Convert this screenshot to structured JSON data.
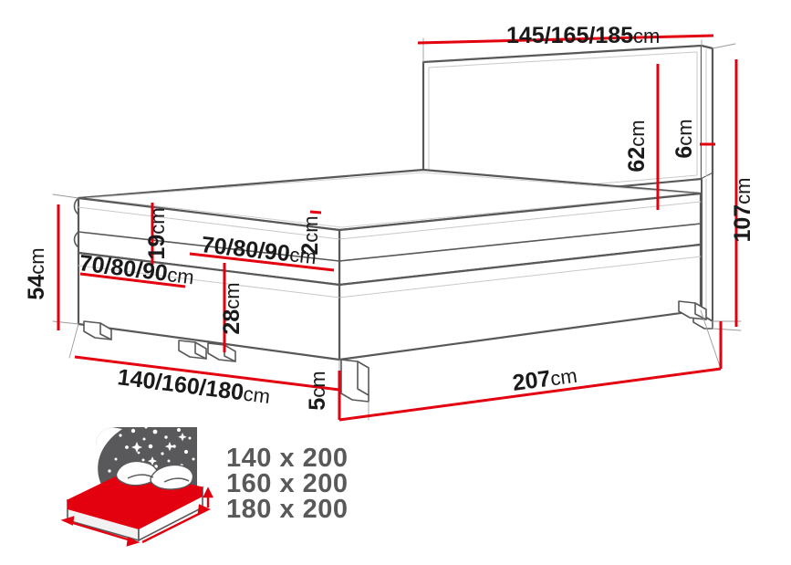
{
  "figure": {
    "kind": "product-dimension-drawing",
    "subject": "upholstered boxspring bed",
    "background_color": "#ffffff",
    "line_color": "#58585a",
    "dimension_color": "#e3000f",
    "text_color": "#1a1a1a",
    "size_text_color": "#59595b"
  },
  "dimensions": {
    "headboard_width": {
      "value": "145/165/185",
      "unit": "cm",
      "position": "top"
    },
    "headboard_height": {
      "value": "62",
      "unit": "cm",
      "position": "right-inner"
    },
    "headboard_thickness": {
      "value": "6",
      "unit": "cm",
      "position": "right-inner"
    },
    "total_height": {
      "value": "107",
      "unit": "cm",
      "position": "far-right"
    },
    "base_height": {
      "value": "54",
      "unit": "cm",
      "position": "far-left"
    },
    "topper_height": {
      "value": "19",
      "unit": "cm",
      "position": "left-inner"
    },
    "mattress_height_left": {
      "value": "70/80/90",
      "unit": "cm",
      "position": "left-face"
    },
    "mattress_height_front": {
      "value": "70/80/90",
      "unit": "cm",
      "position": "front-face-upper"
    },
    "gap": {
      "value": "2",
      "unit": "cm",
      "position": "front-corner"
    },
    "box_height": {
      "value": "28",
      "unit": "cm",
      "position": "front-face-lower"
    },
    "leg_height": {
      "value": "5",
      "unit": "cm",
      "position": "front-bottom"
    },
    "bed_width": {
      "value": "140/160/180",
      "unit": "cm",
      "position": "bottom-left"
    },
    "bed_length": {
      "value": "207",
      "unit": "cm",
      "position": "bottom-right"
    }
  },
  "mattress_sizes": {
    "icon_name": "bed-night-icon",
    "options": [
      "140 x 200",
      "160 x 200",
      "180 x 200"
    ]
  }
}
